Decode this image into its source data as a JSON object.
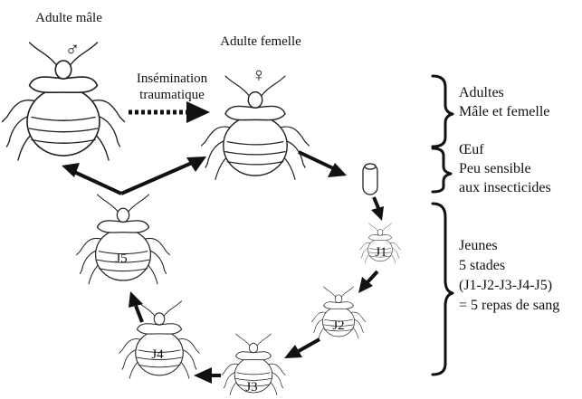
{
  "labels": {
    "male_title": "Adulte mâle",
    "female_title": "Adulte femelle",
    "insemination_line1": "Insémination",
    "insemination_line2": "traumatique",
    "male_symbol": "♂",
    "female_symbol": "♀"
  },
  "stages": {
    "j1": "J1",
    "j2": "J2",
    "j3": "J3",
    "j4": "J4",
    "j5": "J5"
  },
  "legend": {
    "adults": [
      "Adultes",
      "Mâle et femelle"
    ],
    "egg": [
      "Œuf",
      "Peu sensible",
      "aux insecticides"
    ],
    "young": [
      "Jeunes",
      "5 stades",
      "(J1-J2-J3-J4-J5)",
      "= 5 repas de sang"
    ]
  }
}
